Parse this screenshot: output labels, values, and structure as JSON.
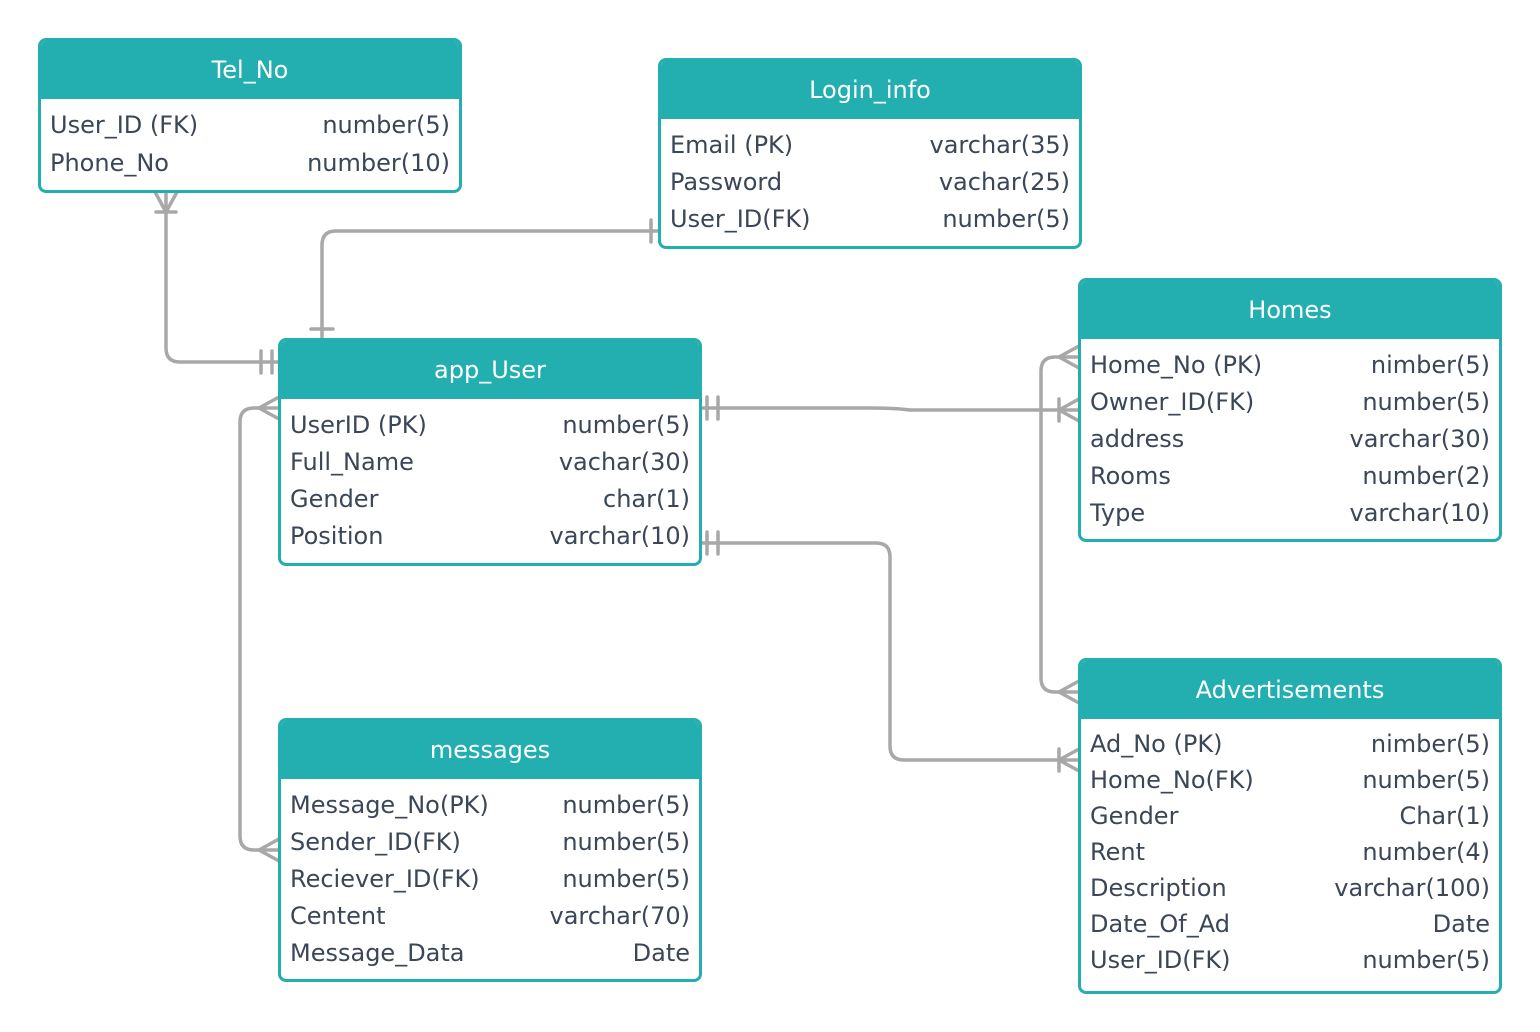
{
  "colors": {
    "header": "#23afb0",
    "border": "#23afb0",
    "connector": "#a8a8a8",
    "text": "#3b4657",
    "header_text": "#ffffff"
  },
  "entities": {
    "tel_no": {
      "title": "Tel_No",
      "attributes": [
        {
          "name": "User_ID (FK)",
          "type": "number(5)"
        },
        {
          "name": "Phone_No",
          "type": "number(10)"
        }
      ]
    },
    "login_info": {
      "title": "Login_info",
      "attributes": [
        {
          "name": "Email (PK)",
          "type": "varchar(35)"
        },
        {
          "name": "Password",
          "type": "vachar(25)"
        },
        {
          "name": "User_ID(FK)",
          "type": "number(5)"
        }
      ]
    },
    "app_user": {
      "title": "app_User",
      "attributes": [
        {
          "name": "UserID (PK)",
          "type": "number(5)"
        },
        {
          "name": "Full_Name",
          "type": "vachar(30)"
        },
        {
          "name": "Gender",
          "type": "char(1)"
        },
        {
          "name": "Position",
          "type": "varchar(10)"
        }
      ]
    },
    "homes": {
      "title": "Homes",
      "attributes": [
        {
          "name": "Home_No (PK)",
          "type": "nimber(5)"
        },
        {
          "name": "Owner_ID(FK)",
          "type": "number(5)"
        },
        {
          "name": "address",
          "type": "varchar(30)"
        },
        {
          "name": "Rooms",
          "type": "number(2)"
        },
        {
          "name": "Type",
          "type": "varchar(10)"
        }
      ]
    },
    "messages": {
      "title": "messages",
      "attributes": [
        {
          "name": "Message_No(PK)",
          "type": "number(5)"
        },
        {
          "name": "Sender_ID(FK)",
          "type": "number(5)"
        },
        {
          "name": "Reciever_ID(FK)",
          "type": "number(5)"
        },
        {
          "name": "Centent",
          "type": "varchar(70)"
        },
        {
          "name": "Message_Data",
          "type": "Date"
        }
      ]
    },
    "advertisements": {
      "title": "Advertisements",
      "attributes": [
        {
          "name": "Ad_No (PK)",
          "type": "nimber(5)"
        },
        {
          "name": "Home_No(FK)",
          "type": "number(5)"
        },
        {
          "name": "Gender",
          "type": "Char(1)"
        },
        {
          "name": "Rent",
          "type": "number(4)"
        },
        {
          "name": "Description",
          "type": "varchar(100)"
        },
        {
          "name": "Date_Of_Ad",
          "type": "Date"
        },
        {
          "name": "User_ID(FK)",
          "type": "number(5)"
        }
      ]
    }
  },
  "relationships": [
    {
      "from": "tel_no",
      "to": "app_user",
      "from_end": "many",
      "to_end": "one-mandatory"
    },
    {
      "from": "login_info",
      "to": "app_user",
      "from_end": "one",
      "to_end": "one"
    },
    {
      "from": "app_user",
      "to": "homes",
      "from_end": "one-mandatory",
      "to_end": "many"
    },
    {
      "from": "app_user",
      "to": "advertisements",
      "from_end": "one-mandatory",
      "to_end": "many"
    },
    {
      "from": "app_user",
      "to": "messages",
      "from_end": "many",
      "to_end": "many"
    },
    {
      "from": "homes",
      "to": "advertisements",
      "from_end": "many",
      "to_end": "many"
    }
  ]
}
